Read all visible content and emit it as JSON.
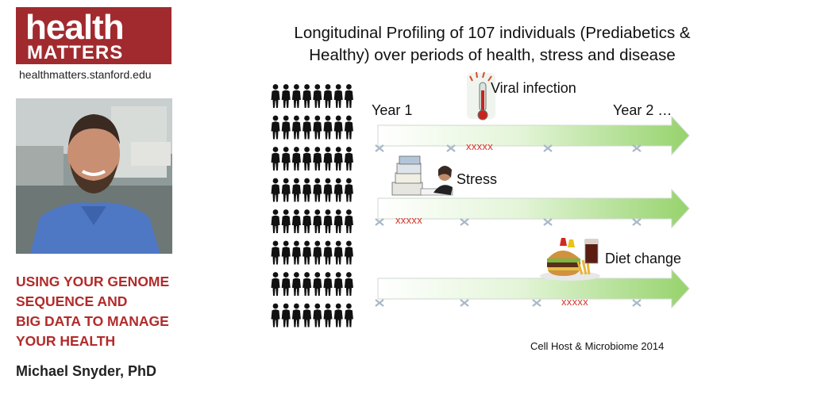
{
  "logo": {
    "word1": "health",
    "word2": "MATTERS"
  },
  "site_url": "healthmatters.stanford.edu",
  "talk_title": [
    "USING YOUR GENOME",
    "SEQUENCE AND",
    "BIG DATA TO MANAGE",
    "YOUR HEALTH"
  ],
  "speaker": "Michael Snyder, PhD",
  "diagram": {
    "title_line1": "Longitudinal Profiling of 107 individuals (Prediabetics &",
    "title_line2": "Healthy) over periods of health, stress and disease",
    "year_start": "Year 1",
    "year_end": "Year 2 …",
    "events": [
      {
        "label": "Viral infection",
        "marker": "xxxxx"
      },
      {
        "label": "Stress",
        "marker": "xxxxx"
      },
      {
        "label": "Diet change",
        "marker": "xxxxx"
      }
    ],
    "citation": "Cell Host & Microbiome 2014"
  },
  "colors": {
    "brand_red": "#a12a2f",
    "title_red": "#b22b2b",
    "arrow_green": "#9fd87a",
    "marker_red": "#d9342b",
    "sample_x": "#a9b8c8"
  }
}
